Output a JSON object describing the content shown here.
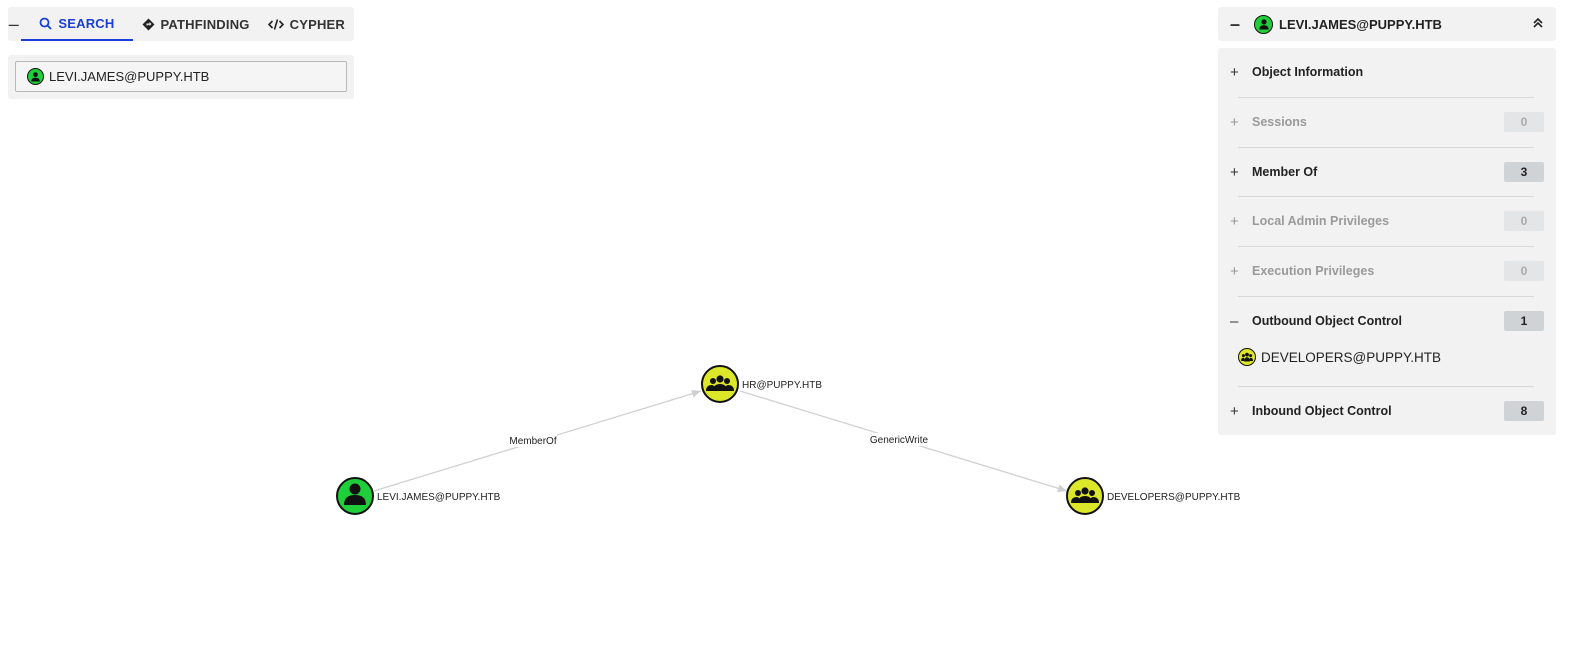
{
  "search_panel": {
    "tabs": [
      {
        "label": "SEARCH",
        "icon": "search-icon",
        "active": true
      },
      {
        "label": "PATHFINDING",
        "icon": "diamond-arrow-icon",
        "active": false
      },
      {
        "label": "CYPHER",
        "icon": "code-icon",
        "active": false
      }
    ],
    "search_value": "LEVI.JAMES@PUPPY.HTB"
  },
  "entity_panel": {
    "title": "LEVI.JAMES@PUPPY.HTB",
    "sections": [
      {
        "label": "Object Information",
        "expanded": false,
        "enabled": true,
        "count": null
      },
      {
        "label": "Sessions",
        "expanded": false,
        "enabled": false,
        "count": "0"
      },
      {
        "label": "Member Of",
        "expanded": false,
        "enabled": true,
        "count": "3"
      },
      {
        "label": "Local Admin Privileges",
        "expanded": false,
        "enabled": false,
        "count": "0"
      },
      {
        "label": "Execution Privileges",
        "expanded": false,
        "enabled": false,
        "count": "0"
      },
      {
        "label": "Outbound Object Control",
        "expanded": true,
        "enabled": true,
        "count": "1"
      },
      {
        "label": "Inbound Object Control",
        "expanded": false,
        "enabled": true,
        "count": "8"
      }
    ],
    "outbound_items": [
      "DEVELOPERS@PUPPY.HTB"
    ]
  },
  "graph": {
    "nodes": [
      {
        "id": "levi",
        "label": "LEVI.JAMES@PUPPY.HTB",
        "kind": "user",
        "color": "#1fcf3a"
      },
      {
        "id": "hr",
        "label": "HR@PUPPY.HTB",
        "kind": "group",
        "color": "#dde72a"
      },
      {
        "id": "dev",
        "label": "DEVELOPERS@PUPPY.HTB",
        "kind": "group",
        "color": "#dde72a"
      }
    ],
    "edges": [
      {
        "from": "levi",
        "to": "hr",
        "label": "MemberOf"
      },
      {
        "from": "hr",
        "to": "dev",
        "label": "GenericWrite"
      }
    ]
  },
  "colors": {
    "accent": "#1a3fd4",
    "user": "#1fcf3a",
    "group": "#dde72a"
  }
}
